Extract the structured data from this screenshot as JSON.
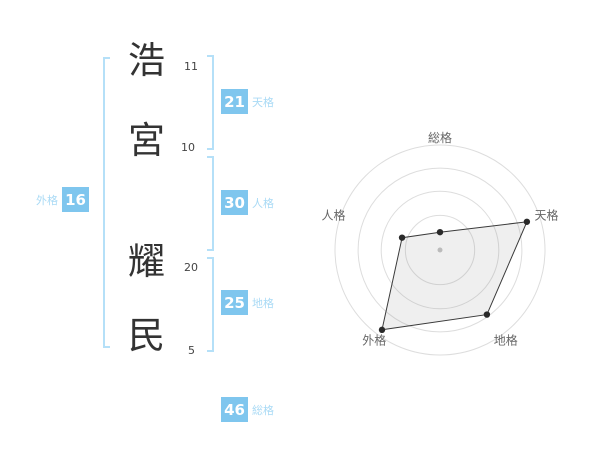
{
  "name_panel": {
    "characters": [
      {
        "char": "浩",
        "strokes": "11"
      },
      {
        "char": "宮",
        "strokes": "10"
      },
      {
        "char": "耀",
        "strokes": "20"
      },
      {
        "char": "民",
        "strokes": "5"
      }
    ],
    "gokaku": {
      "tenkaku": {
        "label": "天格",
        "value": "21"
      },
      "jinkaku": {
        "label": "人格",
        "value": "30"
      },
      "chikaku": {
        "label": "地格",
        "value": "25"
      },
      "gaikaku": {
        "label": "外格",
        "value": "16"
      },
      "soukaku": {
        "label": "総格",
        "value": "46"
      }
    }
  },
  "colors": {
    "accent_blue": "#7fc6ee",
    "label_blue": "#a9daf5",
    "bracket_blue": "#b5e0f8",
    "text_dark": "#333333",
    "radar_grid": "#dddddd",
    "radar_line": "#3a3a3a",
    "radar_dot": "#2a2a2a"
  },
  "chart_data": {
    "type": "radar",
    "title": "",
    "categories": [
      "総格",
      "天格",
      "地格",
      "外格",
      "人格"
    ],
    "values": [
      17,
      87,
      76,
      94,
      38
    ],
    "max": 100,
    "rings": 4,
    "grid": "circular-rings",
    "legend_position": "none"
  }
}
